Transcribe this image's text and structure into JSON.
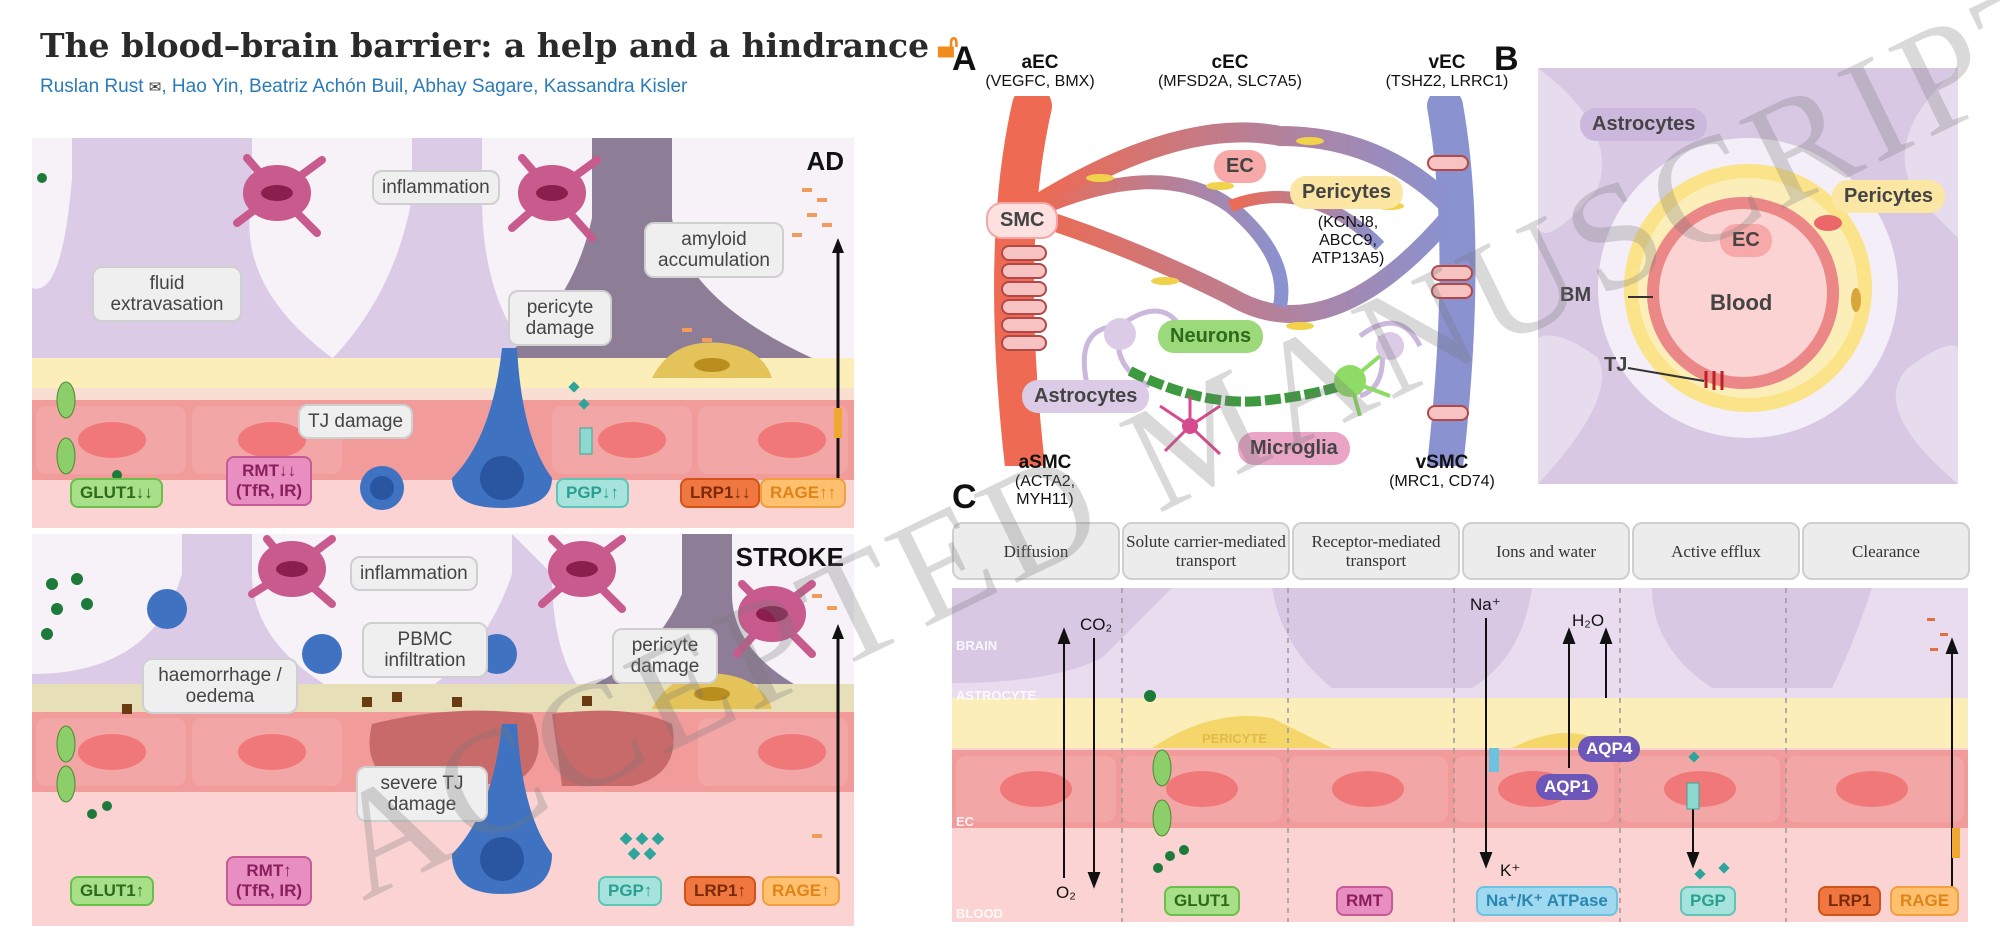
{
  "header": {
    "title": "The blood–brain barrier: a help and a hindrance",
    "authors": [
      "Ruslan Rust",
      "Hao Yin",
      "Beatriz Achón Buil",
      "Abhay Sagare",
      "Kassandra Kisler"
    ]
  },
  "panel_ad": {
    "heading": "AD",
    "labels": {
      "inflammation": "inflammation",
      "amyloid": "amyloid accumulation",
      "fluid": "fluid extravasation",
      "pericyte": "pericyte damage",
      "tj": "TJ damage"
    },
    "tags": {
      "glut1": "GLUT1↓↓",
      "rmt": "RMT↓↓",
      "rmt_sub": "(TfR, IR)",
      "pgp": "PGP↓↑",
      "lrp1": "LRP1↓↓",
      "rage": "RAGE↑↑"
    }
  },
  "panel_stroke": {
    "heading": "STROKE",
    "labels": {
      "inflammation": "inflammation",
      "pbmc": "PBMC infiltration",
      "haemorrhage": "haemorrhage / oedema",
      "pericyte": "pericyte damage",
      "tj": "severe TJ damage"
    },
    "tags": {
      "glut1": "GLUT1↑",
      "rmt": "RMT↑",
      "rmt_sub": "(TfR, IR)",
      "pgp": "PGP↑",
      "lrp1": "LRP1↑",
      "rage": "RAGE↑"
    }
  },
  "panel_a": {
    "letter": "A",
    "cells": {
      "aec": "aEC",
      "aec_genes": "(VEGFC, BMX)",
      "cec": "cEC",
      "cec_genes": "(MFSD2A, SLC7A5)",
      "vec": "vEC",
      "vec_genes": "(TSHZ2, LRRC1)",
      "asmc": "aSMC",
      "asmc_genes": "(ACTA2, MYH11)",
      "vsmc": "vSMC",
      "vsmc_genes": "(MRC1, CD74)",
      "pericyte_genes": "(KCNJ8, ABCC9, ATP13A5)"
    },
    "bubbles": {
      "smc": "SMC",
      "ec": "EC",
      "pericytes": "Pericytes",
      "neurons": "Neurons",
      "astrocytes": "Astrocytes",
      "microglia": "Microglia"
    }
  },
  "panel_b": {
    "letter": "B",
    "labels": {
      "astrocytes": "Astrocytes",
      "pericytes": "Pericytes",
      "ec": "EC",
      "blood": "Blood",
      "bm": "BM",
      "tj": "TJ"
    }
  },
  "panel_c": {
    "letter": "C",
    "columns": [
      "Diffusion",
      "Solute carrier-mediated transport",
      "Receptor-mediated transport",
      "Ions and water",
      "Active efflux",
      "Clearance"
    ],
    "layers": [
      "BRAIN",
      "ASTROCYTE",
      "PERICYTE",
      "EC",
      "BLOOD"
    ],
    "molecules": {
      "co2": "CO₂",
      "o2": "O₂",
      "na": "Na⁺",
      "k": "K⁺",
      "h2o": "H₂O",
      "aqp1": "AQP1",
      "aqp4": "AQP4"
    },
    "tags": {
      "glut1": "GLUT1",
      "rmt": "RMT",
      "atpase": "Na⁺/K⁺ ATPase",
      "pgp": "PGP",
      "lrp1": "LRP1",
      "rage": "RAGE"
    }
  },
  "watermark": "ACCEPTED MANUSCRIPT",
  "colors": {
    "ec": "#f08a8a",
    "astro": "#d8c8e4",
    "pericyte": "#fbe6a4",
    "blood": "#fbd3d3",
    "accent_orange": "#f08c1e",
    "link": "#2b7bb9"
  }
}
